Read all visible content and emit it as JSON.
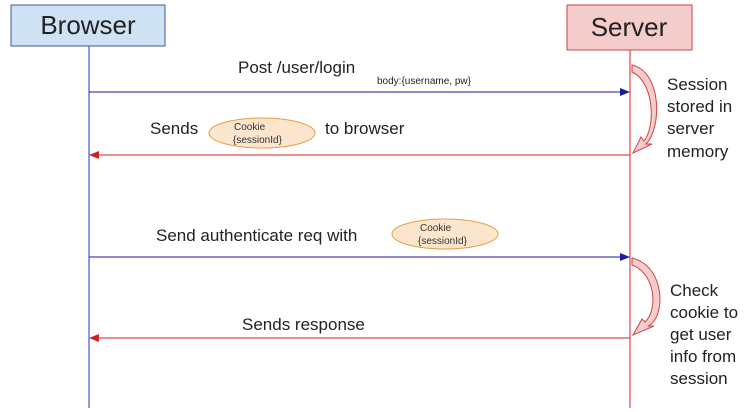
{
  "actors": {
    "browser": {
      "label": "Browser",
      "fill": "#cfe2f3",
      "stroke": "#3d5a99",
      "line": "#2233cc"
    },
    "server": {
      "label": "Server",
      "fill": "#f4cccc",
      "stroke": "#cc4444",
      "line": "#cc2222"
    }
  },
  "messages": [
    {
      "label": "Post /user/login",
      "sublabel": "body:{username, pw}",
      "direction": "browser-to-server",
      "color": "#1a1aaa"
    },
    {
      "label_before": "Sends",
      "cookie": {
        "line1": "Cookie",
        "line2": "{sessionId}"
      },
      "label_after": "to browser",
      "direction": "server-to-browser",
      "color": "#cc2222"
    },
    {
      "label": "Send authenticate req with",
      "cookie": {
        "line1": "Cookie",
        "line2": "{sessionId}"
      },
      "direction": "browser-to-server",
      "color": "#1a1aaa"
    },
    {
      "label": "Sends response",
      "direction": "server-to-browser",
      "color": "#cc2222"
    }
  ],
  "notes": [
    {
      "lines": [
        "Session",
        "stored in",
        "server",
        "memory"
      ]
    },
    {
      "lines": [
        "Check",
        "cookie to",
        "get user",
        "info from",
        "session"
      ]
    }
  ],
  "cookie_style": {
    "fill": "#fce5cd",
    "stroke": "#e6a040"
  },
  "self_arrow_style": {
    "fill": "#f4cccc",
    "stroke": "#cc4444"
  }
}
